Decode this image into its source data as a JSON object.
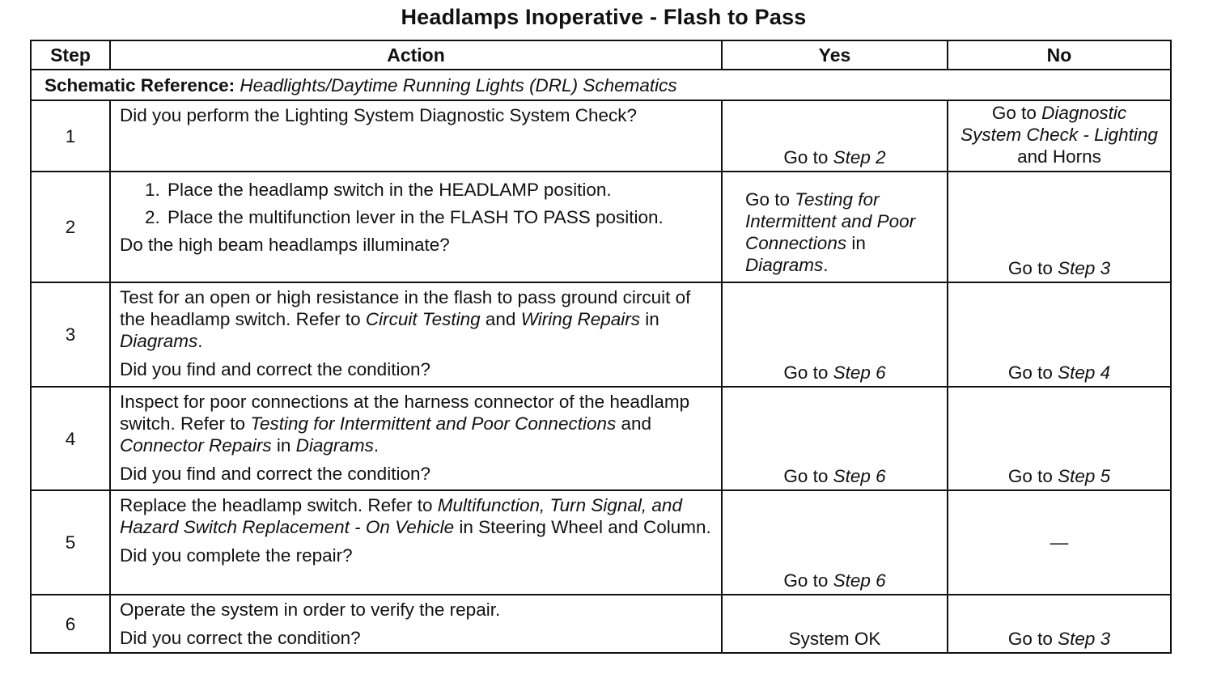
{
  "title": "Headlamps Inoperative - Flash to Pass",
  "headers": {
    "step": "Step",
    "action": "Action",
    "yes": "Yes",
    "no": "No"
  },
  "schematic": {
    "label": "Schematic Reference:",
    "value": "Headlights/Daytime Running Lights (DRL) Schematics"
  },
  "rows": [
    {
      "step": "1",
      "action": {
        "text_a": "Did you perform the Lighting System Diagnostic System Check?"
      },
      "yes": {
        "pre": "Go to ",
        "ital": "Step 2"
      },
      "no": {
        "pre": "Go to ",
        "ital1": "Diagnostic System Check - Lighting",
        "post": " and Horns"
      }
    },
    {
      "step": "2",
      "action": {
        "list": [
          "Place the headlamp switch in the HEADLAMP position.",
          "Place the multifunction lever in the FLASH TO PASS position."
        ],
        "question": "Do the high beam headlamps illuminate?"
      },
      "yes": {
        "pre": "Go to ",
        "ital1": "Testing for Intermittent and Poor Connections",
        "mid": " in ",
        "ital2": "Diagrams",
        "post": "."
      },
      "no": {
        "pre": "Go to ",
        "ital": "Step 3"
      }
    },
    {
      "step": "3",
      "action": {
        "text_a": "Test for an open or high resistance in the flash to pass ground circuit of the headlamp switch. Refer to ",
        "ital1": "Circuit Testing",
        "text_b": " and ",
        "ital2": "Wiring Repairs",
        "text_c": " in ",
        "ital3": "Diagrams",
        "text_d": ".",
        "question": "Did you find and correct the condition?"
      },
      "yes": {
        "pre": "Go to ",
        "ital": "Step 6"
      },
      "no": {
        "pre": "Go to ",
        "ital": "Step 4"
      }
    },
    {
      "step": "4",
      "action": {
        "text_a": "Inspect for poor connections at the harness connector of the headlamp switch. Refer to ",
        "ital1": "Testing for Intermittent and Poor Connections",
        "text_b": " and ",
        "ital2": "Connector Repairs",
        "text_c": " in ",
        "ital3": "Diagrams",
        "text_d": ".",
        "question": "Did you find and correct the condition?"
      },
      "yes": {
        "pre": "Go to ",
        "ital": "Step 6"
      },
      "no": {
        "pre": "Go to ",
        "ital": "Step 5"
      }
    },
    {
      "step": "5",
      "action": {
        "text_a": "Replace the headlamp switch. Refer to ",
        "ital1": "Multifunction, Turn Signal, and Hazard Switch Replacement - On Vehicle",
        "text_b": " in Steering Wheel and Column.",
        "question": "Did you complete the repair?"
      },
      "yes": {
        "pre": "Go to ",
        "ital": "Step 6"
      },
      "no": {
        "text": "—"
      }
    },
    {
      "step": "6",
      "action": {
        "text_a": "Operate the system in order to verify the repair.",
        "question": "Did you correct the condition?"
      },
      "yes": {
        "text": "System OK"
      },
      "no": {
        "pre": "Go to ",
        "ital": "Step 3"
      }
    }
  ]
}
